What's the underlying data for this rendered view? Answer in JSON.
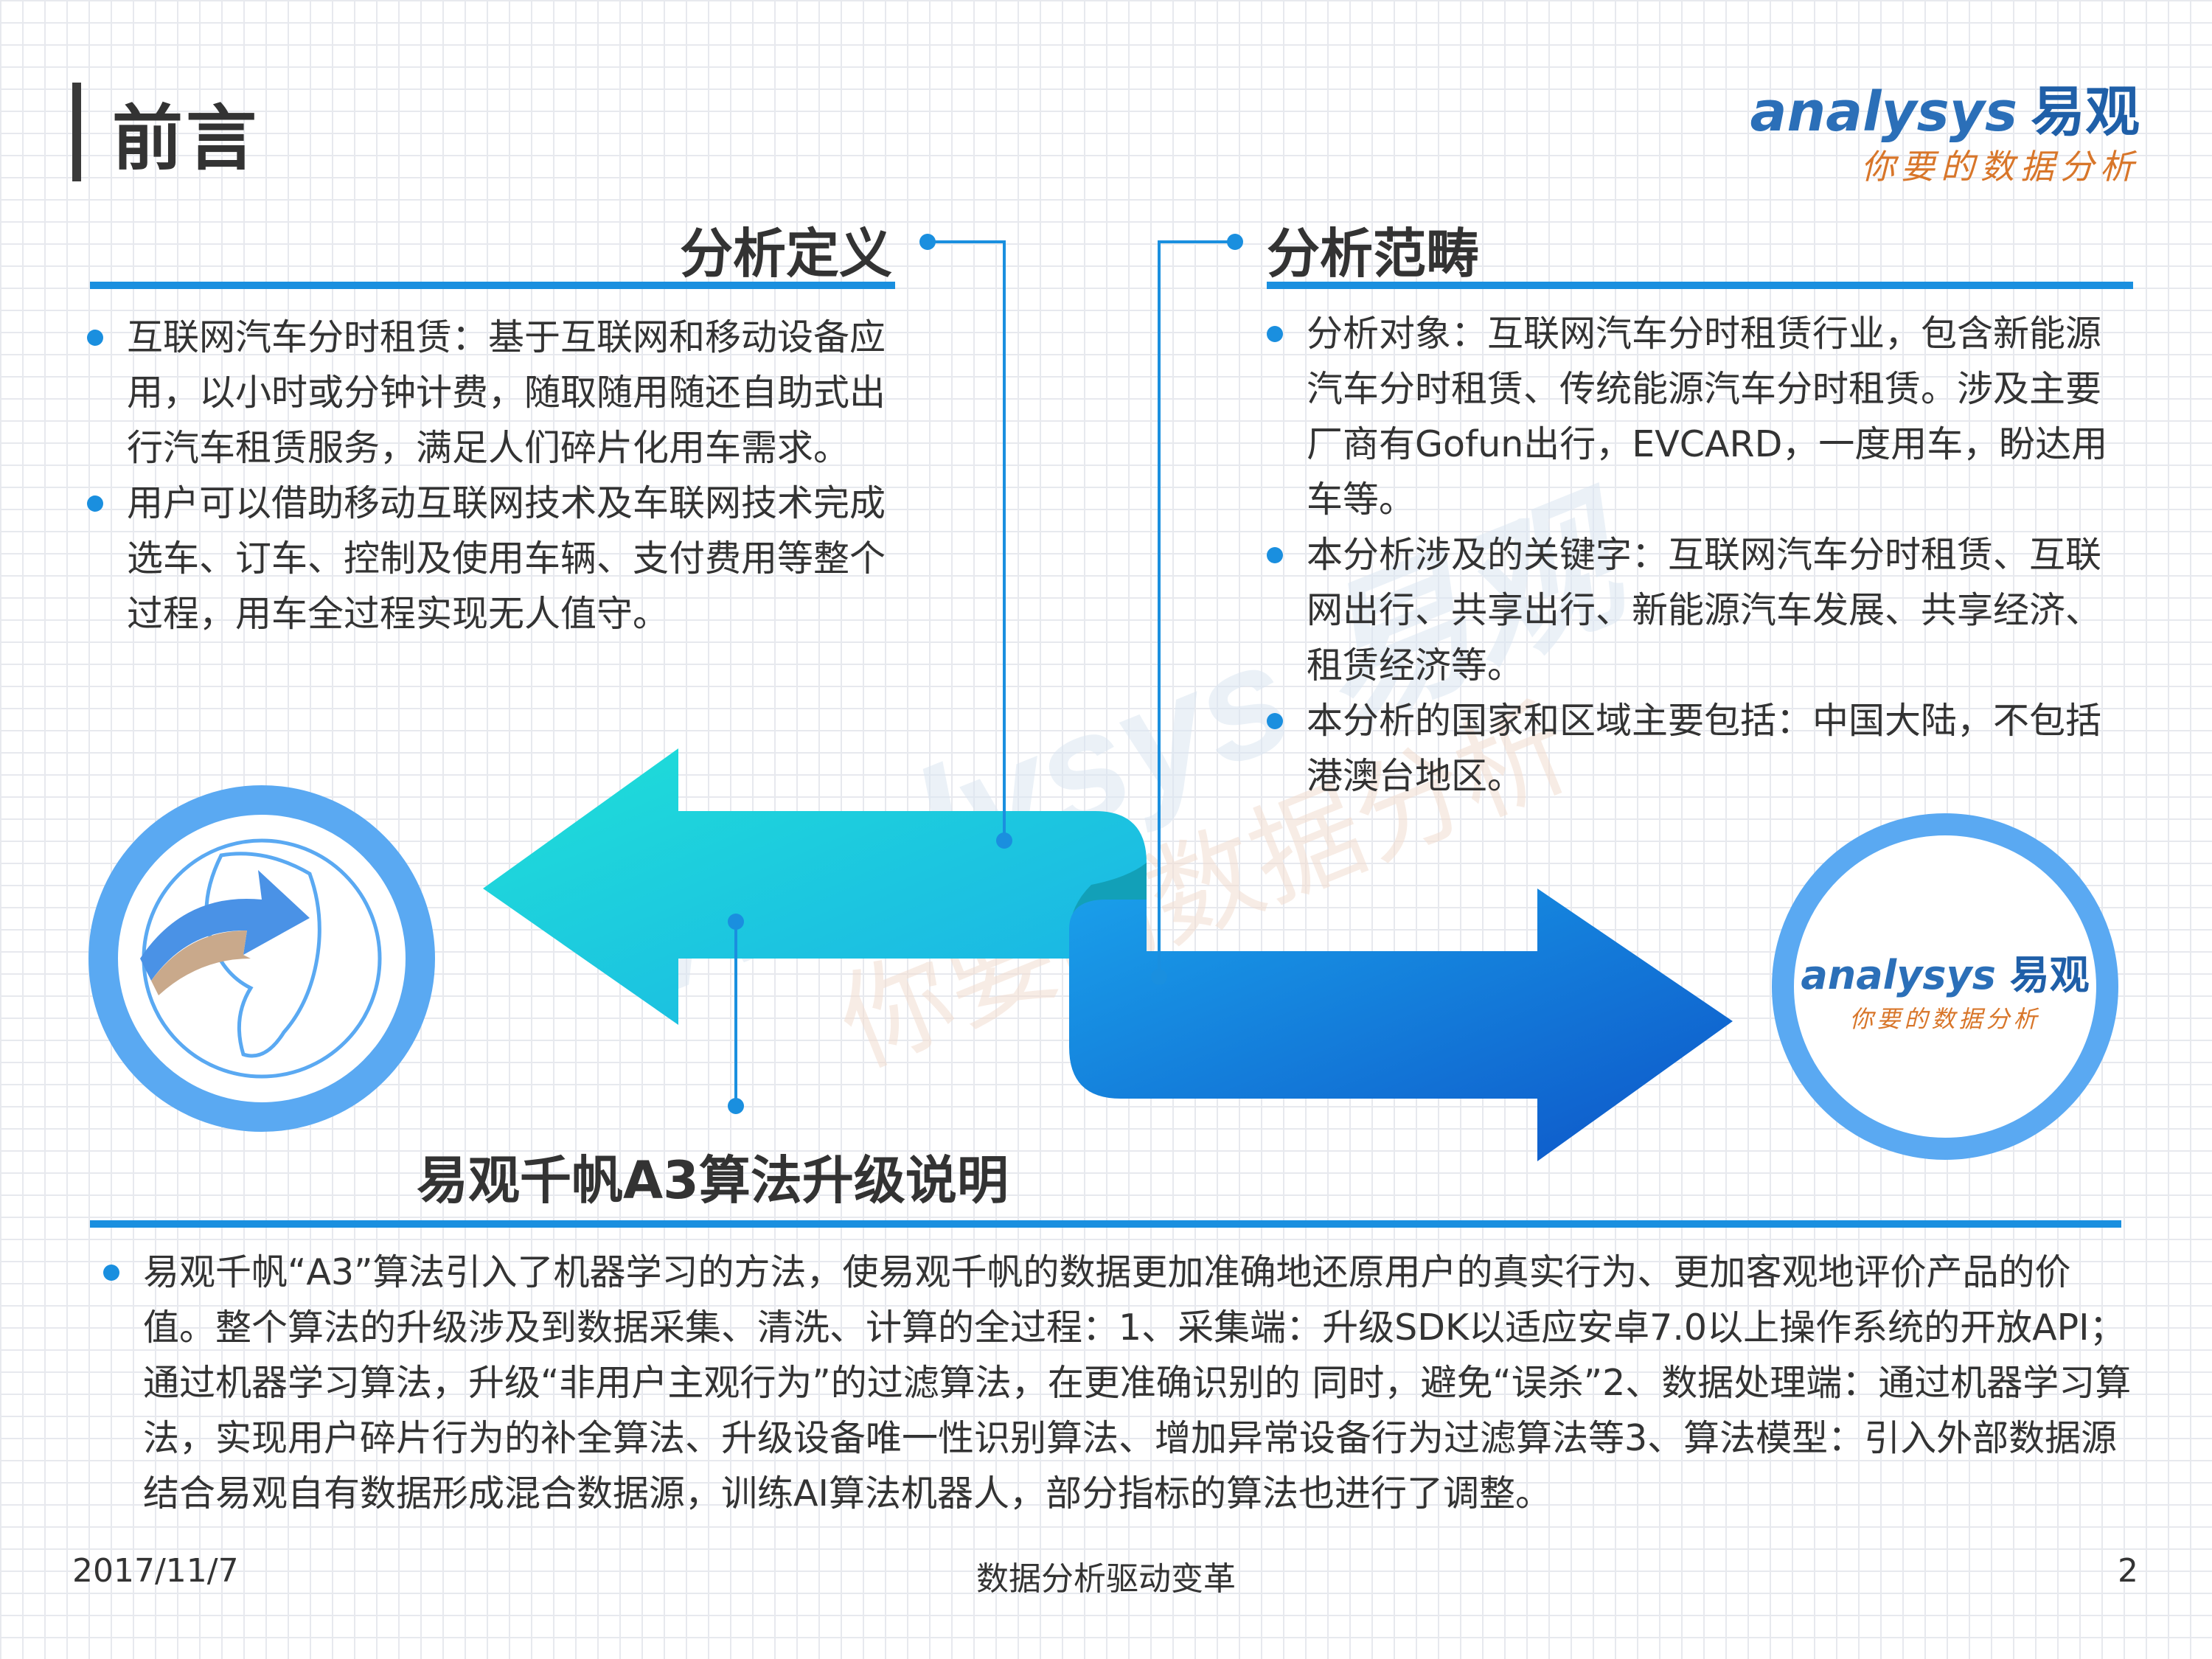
{
  "header": {
    "title": "前言"
  },
  "logo": {
    "brand_en": "analysys",
    "brand_cn": "易观",
    "tagline": "你要的数据分析"
  },
  "definition": {
    "heading": "分析定义",
    "bullets": [
      "互联网汽车分时租赁：基于互联网和移动设备应用，以小时或分钟计费，随取随用随还自助式出行汽车租赁服务，满足人们碎片化用车需求。",
      "用户可以借助移动互联网技术及车联网技术完成选车、订车、控制及使用车辆、支付费用等整个过程，用车全过程实现无人值守。"
    ]
  },
  "scope": {
    "heading": "分析范畴",
    "bullets": [
      "分析对象：互联网汽车分时租赁行业，包含新能源汽车分时租赁、传统能源汽车分时租赁。涉及主要厂商有Gofun出行，EVCARD，一度用车，盼达用车等。",
      "本分析涉及的关键字：互联网汽车分时租赁、互联网出行、共享出行、新能源汽车发展、共享经济、租赁经济等。",
      "本分析的国家和区域主要包括：中国大陆，不包括港澳台地区。"
    ]
  },
  "algorithm": {
    "heading": "易观千帆A3算法升级说明",
    "bullets": [
      "易观千帆“A3”算法引入了机器学习的方法，使易观千帆的数据更加准确地还原用户的真实行为、更加客观地评价产品的价值。整个算法的升级涉及到数据采集、清洗、计算的全过程：1、采集端：升级SDK以适应安卓7.0以上操作系统的开放API；通过机器学习算法，升级“非用户主观行为”的过滤算法，在更准确识别的 同时，避免“误杀”2、数据处理端：通过机器学习算法，实现用户碎片行为的补全算法、升级设备唯一性识别算法、增加异常设备行为过滤算法等3、算法模型：引入外部数据源结合易观自有数据形成混合数据源，训练AI算法机器人，部分指标的算法也进行了调整。"
    ]
  },
  "footer": {
    "date": "2017/11/7",
    "center": "数据分析驱动变革",
    "page": "2"
  },
  "colors": {
    "accent": "#1a8fdf",
    "ring": "#5aa9f2",
    "arrow_cyan": "#22d3e0",
    "arrow_blue": "#1560d0",
    "logo_orange": "#d8762a"
  },
  "icons": [
    "globe-arrow-icon",
    "bullet-dot-icon"
  ]
}
